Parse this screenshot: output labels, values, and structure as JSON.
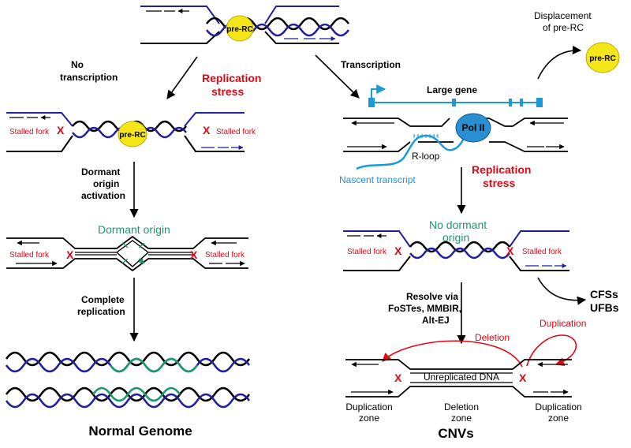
{
  "labels": {
    "pre_rc": "pre-RC",
    "pol_ii": "Pol II",
    "displacement": "Displacement",
    "of_pre_rc": "of pre-RC",
    "no_transcription_1": "No",
    "no_transcription_2": "transcription",
    "replication_stress_1": "Replication",
    "replication_stress_2": "stress",
    "transcription": "Transcription",
    "large_gene": "Large gene",
    "stalled_fork": "Stalled fork",
    "r_loop": "R-loop",
    "nascent_transcript": "Nascent transcript",
    "dormant_origin_activation_1": "Dormant",
    "dormant_origin_activation_2": "origin",
    "dormant_origin_activation_3": "activation",
    "dormant_origin": "Dormant origin",
    "no_dormant_1": "No dormant",
    "no_dormant_2": "origin",
    "complete_replication_1": "Complete",
    "complete_replication_2": "replication",
    "resolve_1": "Resolve via",
    "resolve_2": "FoSTes, MMBIR,",
    "resolve_3": "Alt-EJ",
    "cfss": "CFSs",
    "ufbs": "UFBs",
    "deletion": "Deletion",
    "duplication": "Duplication",
    "unreplicated_dna": "Unreplicated DNA",
    "duplication_zone_1": "Duplication",
    "duplication_zone_2": "zone",
    "deletion_zone_1": "Deletion",
    "deletion_zone_2": "zone",
    "normal_genome": "Normal Genome",
    "cnvs": "CNVs",
    "x_mark": "X"
  },
  "colors": {
    "strand_black": "#000000",
    "strand_blue": "#1f1fa0",
    "nascent_green": "#1a9a6a",
    "red": "#e30613",
    "gene_blue": "#1b9ad6",
    "pre_rc_fill": "#f5e61a",
    "pol_ii_fill": "#2a8fd0"
  }
}
